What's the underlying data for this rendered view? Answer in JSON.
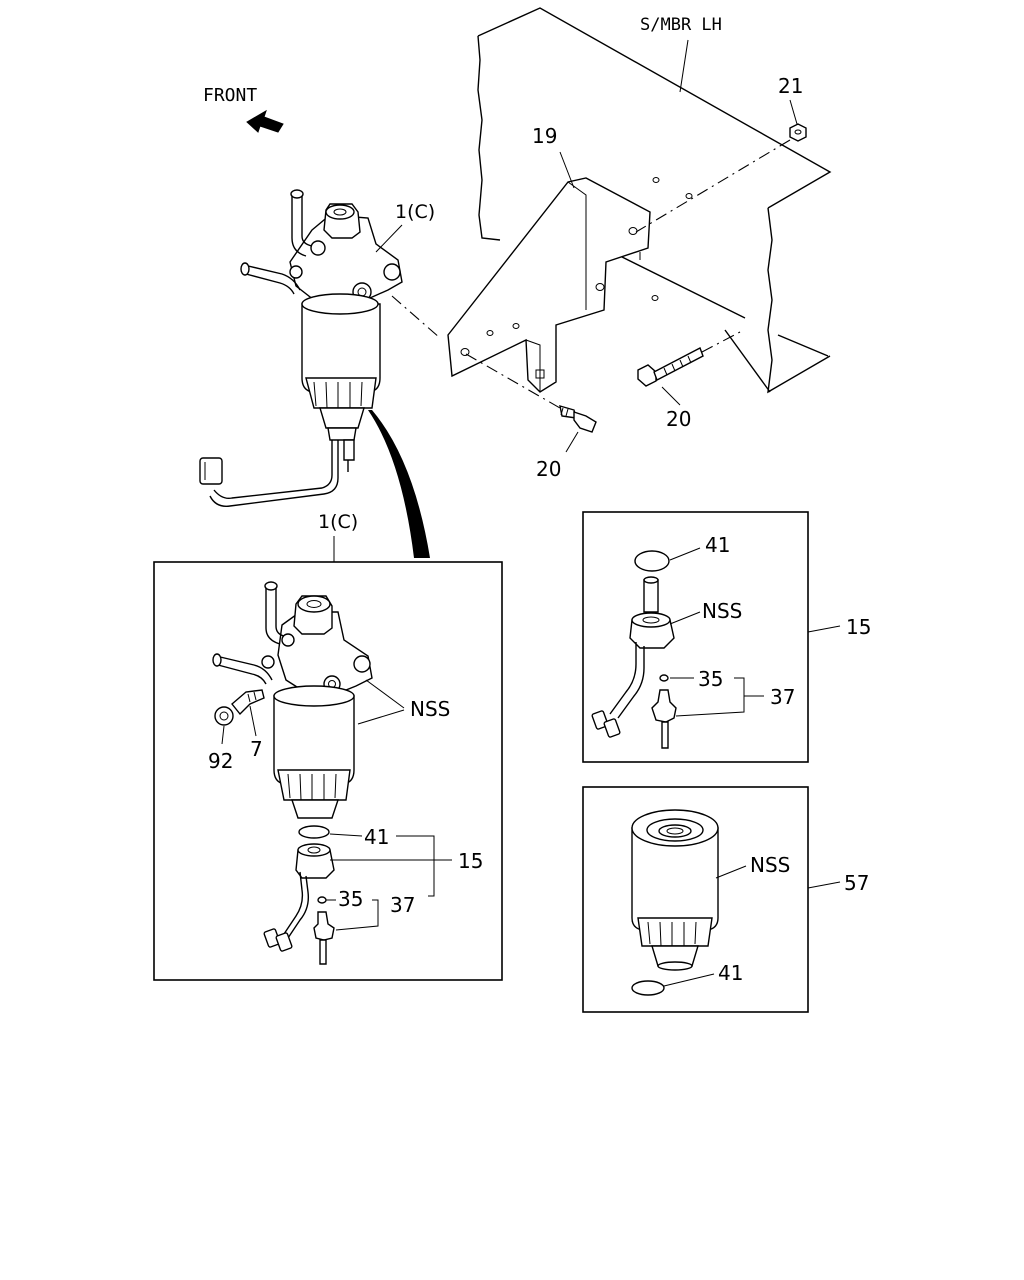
{
  "labels": {
    "front": "FRONT",
    "side_member": "S/MBR LH",
    "p21": "21",
    "p19": "19",
    "p1c_top": "1(C)",
    "p20_right": "20",
    "p20_left": "20",
    "p1c_inset": "1(C)",
    "nss_filter": "NSS",
    "p92": "92",
    "p7": "7",
    "p41_main": "41",
    "p15_main": "15",
    "p35_main": "35",
    "p37_main": "37",
    "p41_sensor": "41",
    "nss_sensor": "NSS",
    "p15_sensor": "15",
    "p35_sensor": "35",
    "p37_sensor": "37",
    "nss_element": "NSS",
    "p57": "57",
    "p41_element": "41"
  }
}
